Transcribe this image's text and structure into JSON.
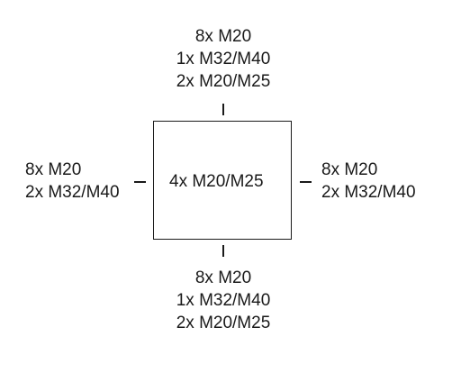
{
  "top": {
    "lines": [
      "8x M20",
      "1x M32/M40",
      "2x M20/M25"
    ]
  },
  "left": {
    "lines": [
      "8x M20",
      "2x M32/M40"
    ]
  },
  "center": {
    "label": "4x M20/M25"
  },
  "right": {
    "lines": [
      "8x M20",
      "2x M32/M40"
    ]
  },
  "bottom": {
    "lines": [
      "8x M20",
      "1x M32/M40",
      "2x M20/M25"
    ]
  }
}
